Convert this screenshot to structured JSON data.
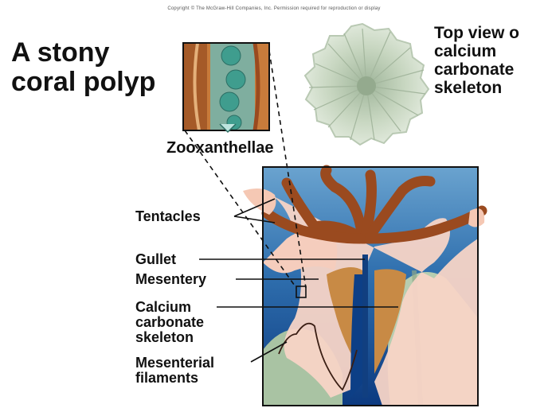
{
  "copyright": "Copyright © The McGraw-Hill Companies, Inc. Permission required for reproduction or display",
  "title_lines": [
    "A stony",
    "coral polyp"
  ],
  "top_view_lines": [
    "Top view o",
    "calcium",
    "carbonate",
    "skeleton"
  ],
  "inset_label": "Zooxanthellae",
  "labels": {
    "tentacles": "Tentacles",
    "gullet": "Gullet",
    "mesentery": "Mesentery",
    "calcium_lines": [
      "Calcium",
      "carbonate",
      "skeleton"
    ],
    "mesenterial_lines": [
      "Mesenterial",
      "filaments"
    ]
  },
  "colors": {
    "water_top": "#3f7fb8",
    "water_bottom": "#0d3f86",
    "tissue": "#f7d2c4",
    "tentacle": "#9a4a1f",
    "skeleton": "#a9c3a3",
    "gut": "#c88a45"
  }
}
